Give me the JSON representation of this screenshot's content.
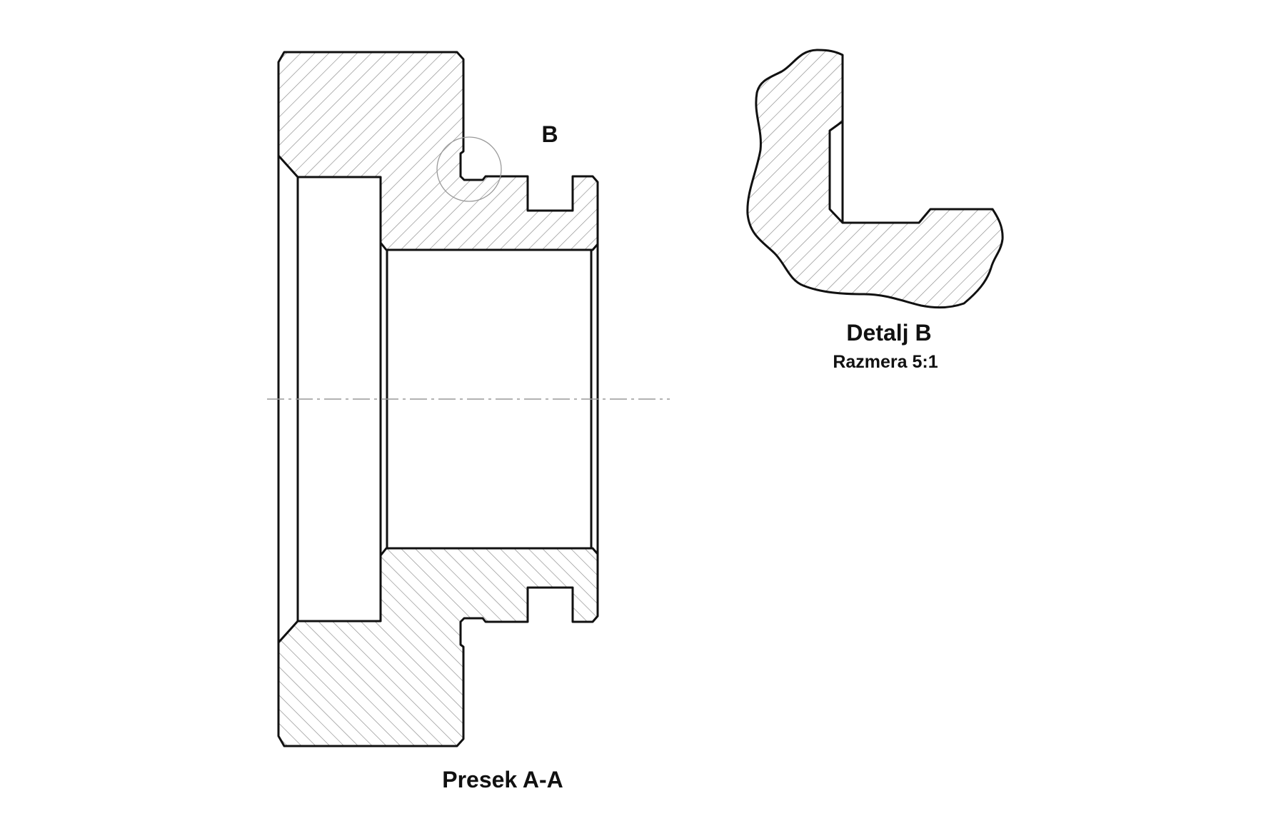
{
  "main_view": {
    "title": "Presek A-A",
    "detail_marker": "B"
  },
  "detail_view": {
    "title": "Detalj B",
    "scale": "Razmera 5:1"
  },
  "colors": {
    "outline": "#111111",
    "hatch": "#888888",
    "centerline": "#999999",
    "marker_circle": "#999999"
  }
}
